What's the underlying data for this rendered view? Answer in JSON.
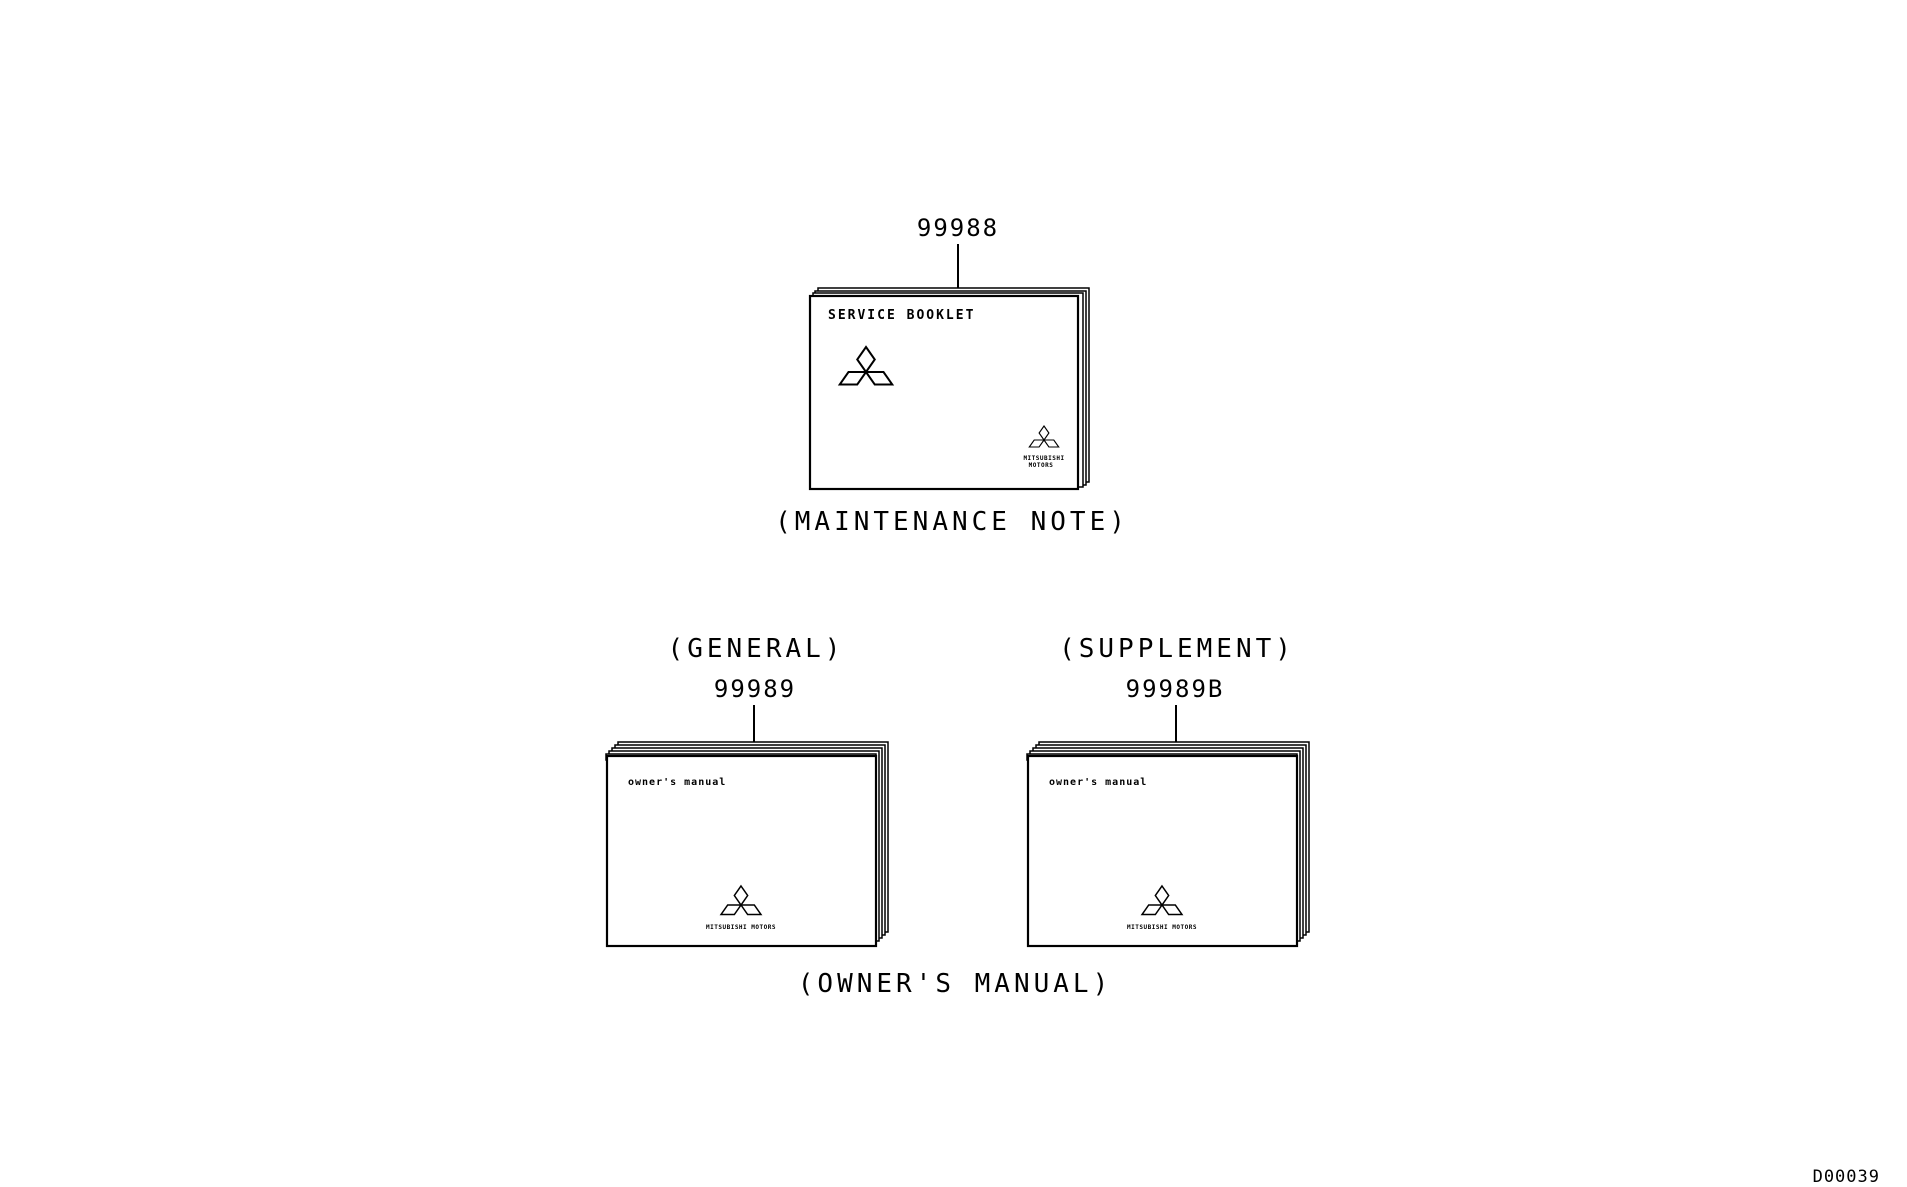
{
  "maintenance_note": {
    "part_number": "99988",
    "cover_title": "SERVICE BOOKLET",
    "brand_line1": "MITSUBISHI",
    "brand_line2": "MOTORS",
    "caption": "(MAINTENANCE NOTE)"
  },
  "owners_manual_general": {
    "heading": "(GENERAL)",
    "part_number": "99989",
    "cover_title": "owner's manual",
    "brand": "MITSUBISHI MOTORS"
  },
  "owners_manual_supplement": {
    "heading": "(SUPPLEMENT)",
    "part_number": "99989B",
    "cover_title": "owner's manual",
    "brand": "MITSUBISHI MOTORS"
  },
  "owners_manual_caption": "(OWNER'S MANUAL)",
  "drawing_id": "D00039",
  "icons": [
    "mitsubishi-three-diamond-logo"
  ]
}
